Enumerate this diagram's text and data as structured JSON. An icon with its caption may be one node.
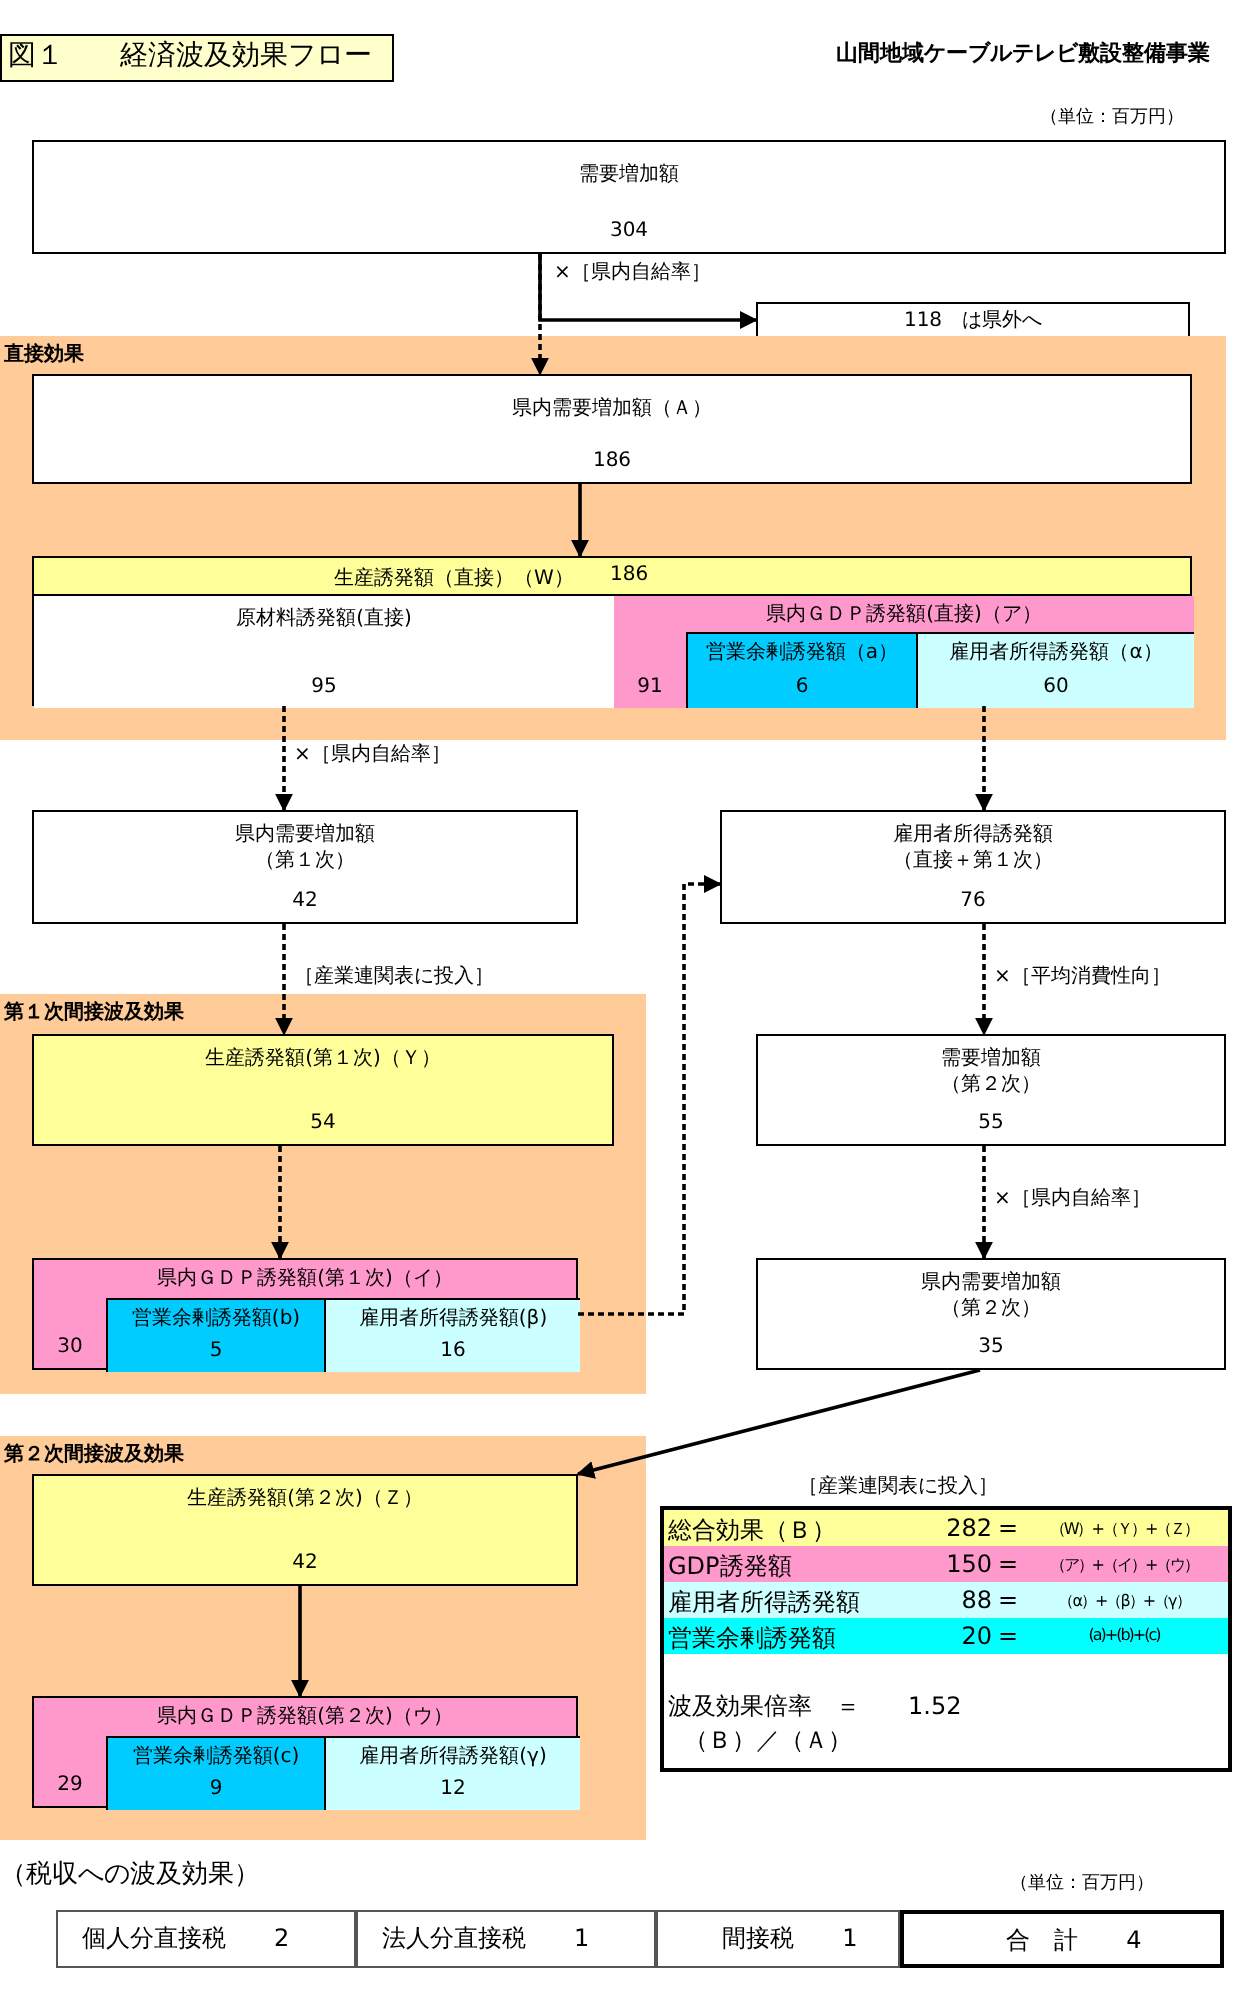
{
  "diagram": {
    "title": "図１　　経済波及効果フロー",
    "nodes": [
      {
        "text": [
          "需要増加額",
          "304"
        ]
      },
      {
        "text": [
          "118　は県外へ"
        ]
      },
      {
        "text": [
          "直接効果"
        ]
      },
      {
        "text": [
          "県内需要増加額（Ａ）",
          "186"
        ],
        "in": 2
      },
      {
        "text": [
          "生産誘発額（直接）（W）",
          "186"
        ],
        "in": 2
      },
      {
        "text": [
          "原材料誘発額(直接)",
          "95"
        ],
        "in": 4
      },
      {
        "text": [
          "県内ＧＤＰ誘発額(直接)（ア）",
          "91"
        ],
        "in": 4
      },
      {
        "text": [
          "営業余剰誘発額（a）",
          "6"
        ],
        "in": 6
      },
      {
        "text": [
          "雇用者所得誘発額（α）",
          "60"
        ],
        "in": 6
      },
      {
        "text": [
          "県内需要増加額（第１次）",
          "42"
        ]
      },
      {
        "text": [
          "雇用者所得誘発額（直接＋第１次）",
          "76"
        ]
      },
      {
        "text": [
          "第１次間接波及効果"
        ]
      },
      {
        "text": [
          "生産誘発額(第１次)（Ｙ）",
          "54"
        ],
        "in": 11
      },
      {
        "text": [
          "県内ＧＤＰ誘発額(第１次)（イ）",
          "30"
        ],
        "in": 11
      },
      {
        "text": [
          "営業余剰誘発額(b)",
          "5"
        ],
        "in": 13
      },
      {
        "text": [
          "雇用者所得誘発額(β)",
          "16"
        ],
        "in": 13
      },
      {
        "text": [
          "需要増加額（第２次）",
          "55"
        ]
      },
      {
        "text": [
          "県内需要増加額（第２次）",
          "35"
        ]
      },
      {
        "text": [
          "第２次間接波及効果"
        ]
      },
      {
        "text": [
          "生産誘発額(第２次)（Ｚ）",
          "42"
        ],
        "in": 18
      },
      {
        "text": [
          "県内ＧＤＰ誘発額(第２次)（ウ）",
          "29"
        ],
        "in": 18
      },
      {
        "text": [
          "営業余剰誘発額(c)",
          "9"
        ],
        "in": 20
      },
      {
        "text": [
          "雇用者所得誘発額(γ)",
          "12"
        ],
        "in": 20
      },
      {
        "text": [
          "総合効果（Ｂ）",
          "282",
          "=",
          "（W）+（Ｙ）+（Ｚ）",
          "GDP誘発額",
          "150",
          "=",
          "（ア）+（イ）+（ウ）",
          "雇用者所得誘発額",
          "88",
          "=",
          "（α）+（β）+（γ）",
          "営業余剰誘発額",
          "20",
          "=",
          "(a)+(b)+(c)",
          "波及効果倍率　＝　　1.52",
          "（Ｂ）／（Ａ）"
        ]
      }
    ],
    "edges": [
      {
        "from": 0,
        "to": 3,
        "arrow": "to",
        "label": "×［県内自給率］",
        "style": "dashed"
      },
      {
        "from": 0,
        "to": 1,
        "arrow": "to"
      },
      {
        "from": 3,
        "to": 4,
        "arrow": "to"
      },
      {
        "from": 5,
        "to": 9,
        "arrow": "to",
        "label": "×［県内自給率］",
        "style": "dashed"
      },
      {
        "from": 8,
        "to": 10,
        "arrow": "to",
        "style": "dashed"
      },
      {
        "from": 9,
        "to": 12,
        "arrow": "to",
        "label": "［産業連関表に投入］",
        "style": "dashed"
      },
      {
        "from": 12,
        "to": 13,
        "arrow": "to",
        "style": "dashed"
      },
      {
        "from": 15,
        "to": 10,
        "arrow": "to",
        "style": "dashed"
      },
      {
        "from": 10,
        "to": 16,
        "arrow": "to",
        "label": "×［平均消費性向］",
        "style": "dashed"
      },
      {
        "from": 16,
        "to": 17,
        "arrow": "to",
        "label": "×［県内自給率］",
        "style": "dashed"
      },
      {
        "from": 17,
        "to": 19,
        "arrow": "to",
        "label": "［産業連関表に投入］"
      },
      {
        "from": 19,
        "to": 20,
        "arrow": "to"
      }
    ],
    "labels": [
      "山間地域ケーブルテレビ敷設整備事業",
      "（単位：百万円）",
      "（税収への波及効果）",
      "（単位：百万円）",
      "個人分直接税　　2",
      "法人分直接税　　1",
      "間接税　　1",
      "合　計　　4"
    ]
  }
}
